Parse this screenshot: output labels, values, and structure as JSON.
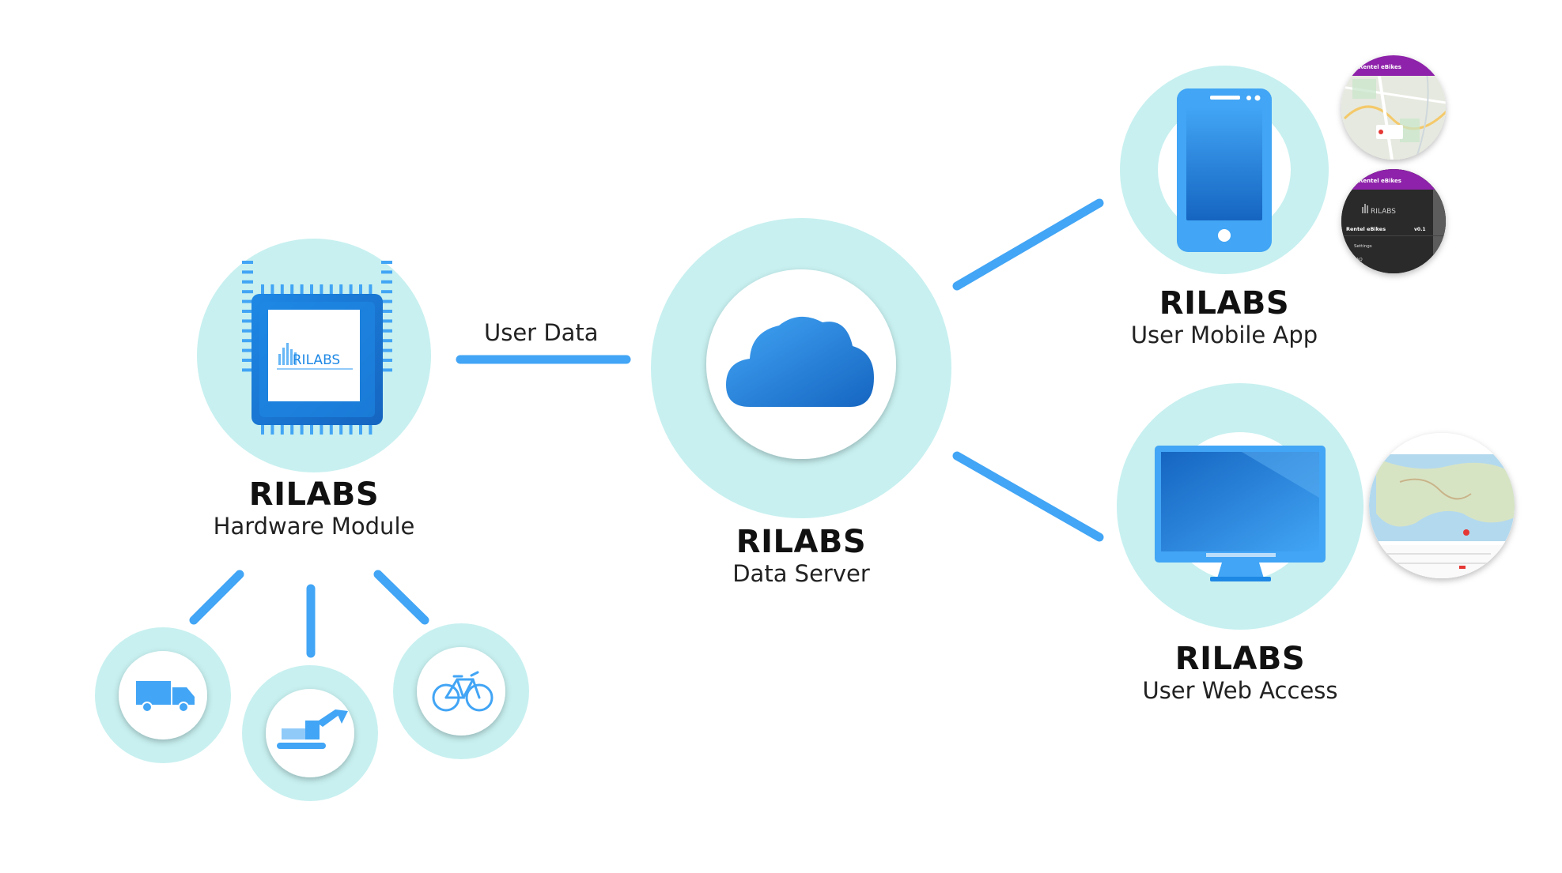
{
  "diagram": {
    "colors": {
      "halo": "#c8f0f0",
      "connector": "#42a5f5",
      "icon_light": "#42a5f5",
      "icon_dark": "#1565c0",
      "app_header": "#8e24aa",
      "text": "#111111"
    },
    "nodes": {
      "hardware": {
        "brand": "RILABS",
        "subtitle": "Hardware Module",
        "chip_logo_text": "RILABS",
        "icon": "chip-icon"
      },
      "server": {
        "brand": "RILABS",
        "subtitle": "Data Server",
        "icon": "cloud-icon"
      },
      "mobile": {
        "brand": "RILABS",
        "subtitle": "User Mobile App",
        "icon": "phone-icon"
      },
      "web": {
        "brand": "RILABS",
        "subtitle": "User Web Access",
        "icon": "monitor-icon"
      }
    },
    "vehicles": [
      {
        "icon": "truck-icon"
      },
      {
        "icon": "excavator-icon"
      },
      {
        "icon": "bicycle-icon"
      }
    ],
    "edges": {
      "hardware_to_server": "User Data"
    },
    "mobile_previews": {
      "map_screen_title": "Rentel eBikes",
      "menu_screen_title": "Rentel eBikes",
      "menu_logo_text": "RILABS",
      "menu_version": "v0.1",
      "menu_items": [
        "Settings",
        "FAQ"
      ]
    }
  }
}
